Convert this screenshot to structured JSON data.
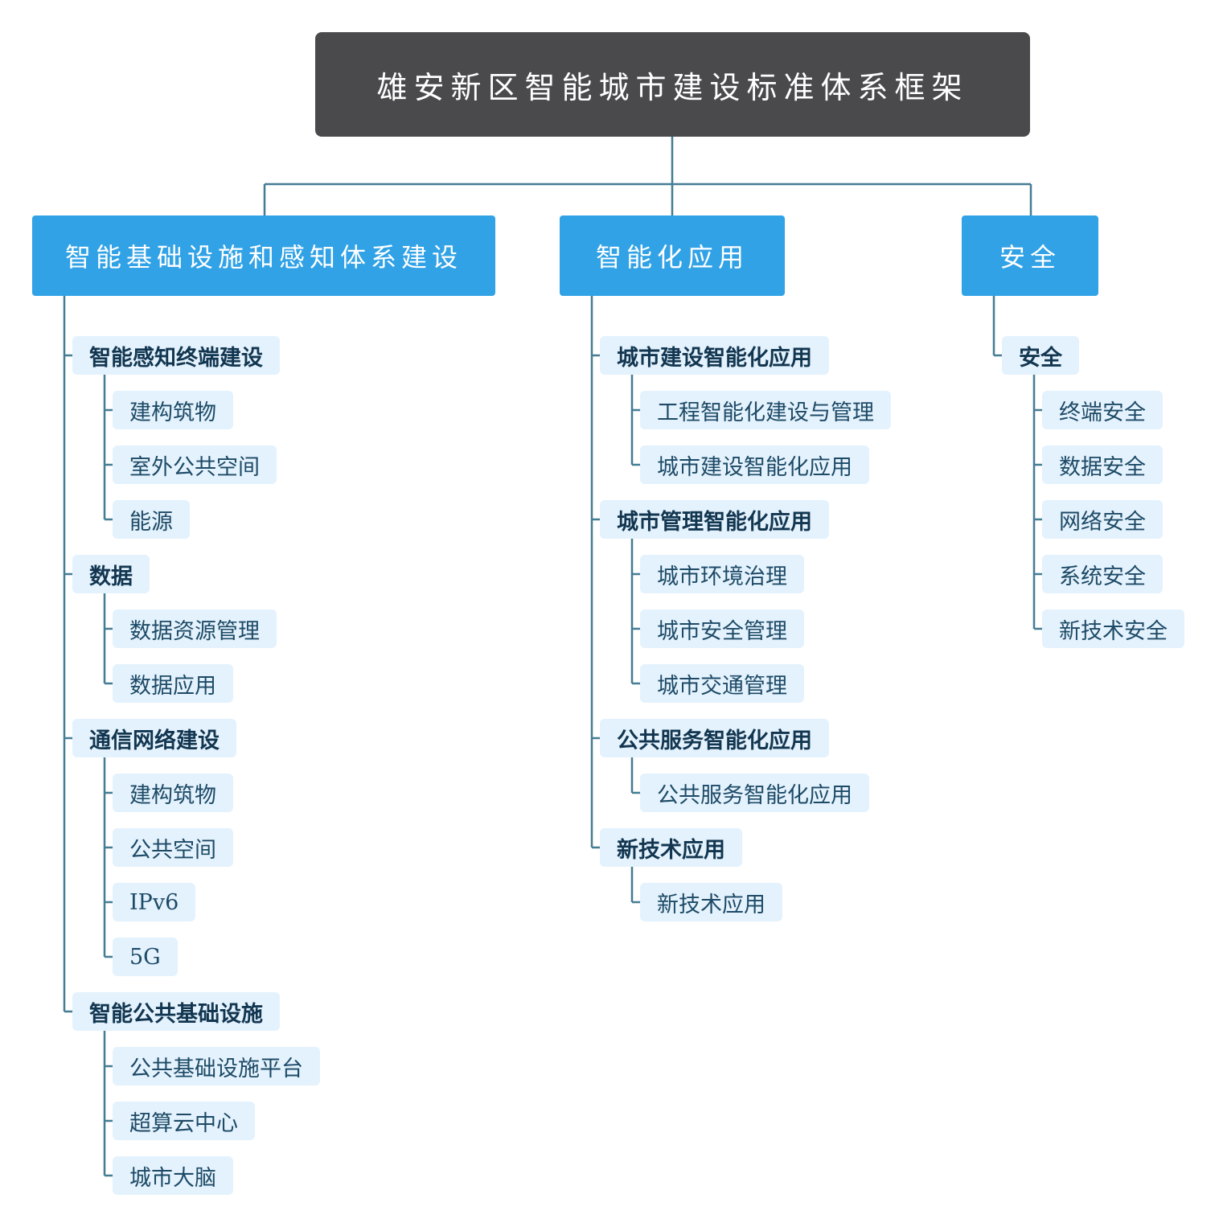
{
  "title": "雄安新区智能城市建设标准体系框架",
  "colors": {
    "root": "#4a4a4c",
    "category": "#31a2e6",
    "leaf": "#e4f2fd",
    "line": "#447c94"
  },
  "categories": [
    {
      "label": "智能基础设施和感知体系建设",
      "groups": [
        {
          "label": "智能感知终端建设",
          "items": [
            "建构筑物",
            "室外公共空间",
            "能源"
          ]
        },
        {
          "label": "数据",
          "items": [
            "数据资源管理",
            "数据应用"
          ]
        },
        {
          "label": "通信网络建设",
          "items": [
            "建构筑物",
            "公共空间",
            "IPv6",
            "5G"
          ]
        },
        {
          "label": "智能公共基础设施",
          "items": [
            "公共基础设施平台",
            "超算云中心",
            "城市大脑"
          ]
        }
      ]
    },
    {
      "label": "智能化应用",
      "groups": [
        {
          "label": "城市建设智能化应用",
          "items": [
            "工程智能化建设与管理",
            "城市建设智能化应用"
          ]
        },
        {
          "label": "城市管理智能化应用",
          "items": [
            "城市环境治理",
            "城市安全管理",
            "城市交通管理"
          ]
        },
        {
          "label": "公共服务智能化应用",
          "items": [
            "公共服务智能化应用"
          ]
        },
        {
          "label": "新技术应用",
          "items": [
            "新技术应用"
          ]
        }
      ]
    },
    {
      "label": "安全",
      "groups": [
        {
          "label": "安全",
          "items": [
            "终端安全",
            "数据安全",
            "网络安全",
            "系统安全",
            "新技术安全"
          ]
        }
      ]
    }
  ]
}
